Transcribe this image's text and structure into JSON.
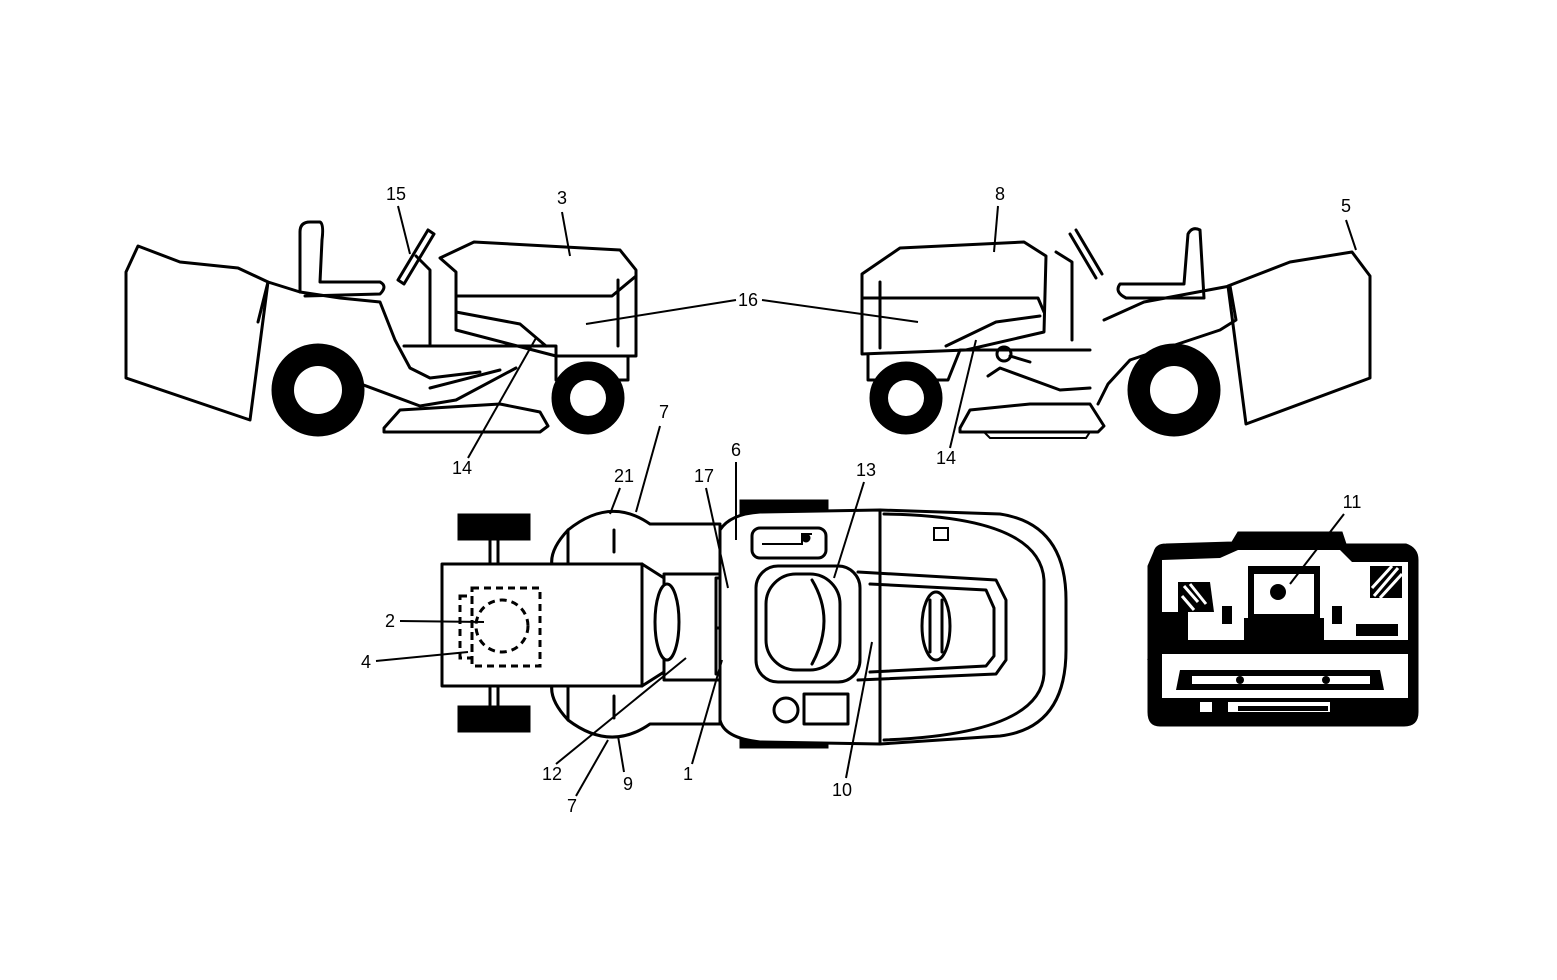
{
  "callouts": [
    {
      "key": "c15a",
      "label": "15"
    },
    {
      "key": "c3",
      "label": "3"
    },
    {
      "key": "c14a",
      "label": "14"
    },
    {
      "key": "c16",
      "label": "16"
    },
    {
      "key": "c8",
      "label": "8"
    },
    {
      "key": "c5",
      "label": "5"
    },
    {
      "key": "c14b",
      "label": "14"
    },
    {
      "key": "c7a",
      "label": "7"
    },
    {
      "key": "c21",
      "label": "21"
    },
    {
      "key": "c17",
      "label": "17"
    },
    {
      "key": "c6",
      "label": "6"
    },
    {
      "key": "c13",
      "label": "13"
    },
    {
      "key": "c2",
      "label": "2"
    },
    {
      "key": "c4",
      "label": "4"
    },
    {
      "key": "c12",
      "label": "12"
    },
    {
      "key": "c7b",
      "label": "7"
    },
    {
      "key": "c9",
      "label": "9"
    },
    {
      "key": "c1",
      "label": "1"
    },
    {
      "key": "c10",
      "label": "10"
    },
    {
      "key": "c11",
      "label": "11"
    }
  ],
  "labels": {
    "c15a": "15",
    "c3": "3",
    "c14a": "14",
    "c16": "16",
    "c8": "8",
    "c5": "5",
    "c14b": "14",
    "c7a": "7",
    "c21": "21",
    "c17": "17",
    "c6": "6",
    "c13": "13",
    "c2": "2",
    "c4": "4",
    "c12": "12",
    "c7b": "7",
    "c9": "9",
    "c1": "1",
    "c10": "10",
    "c11": "11"
  }
}
